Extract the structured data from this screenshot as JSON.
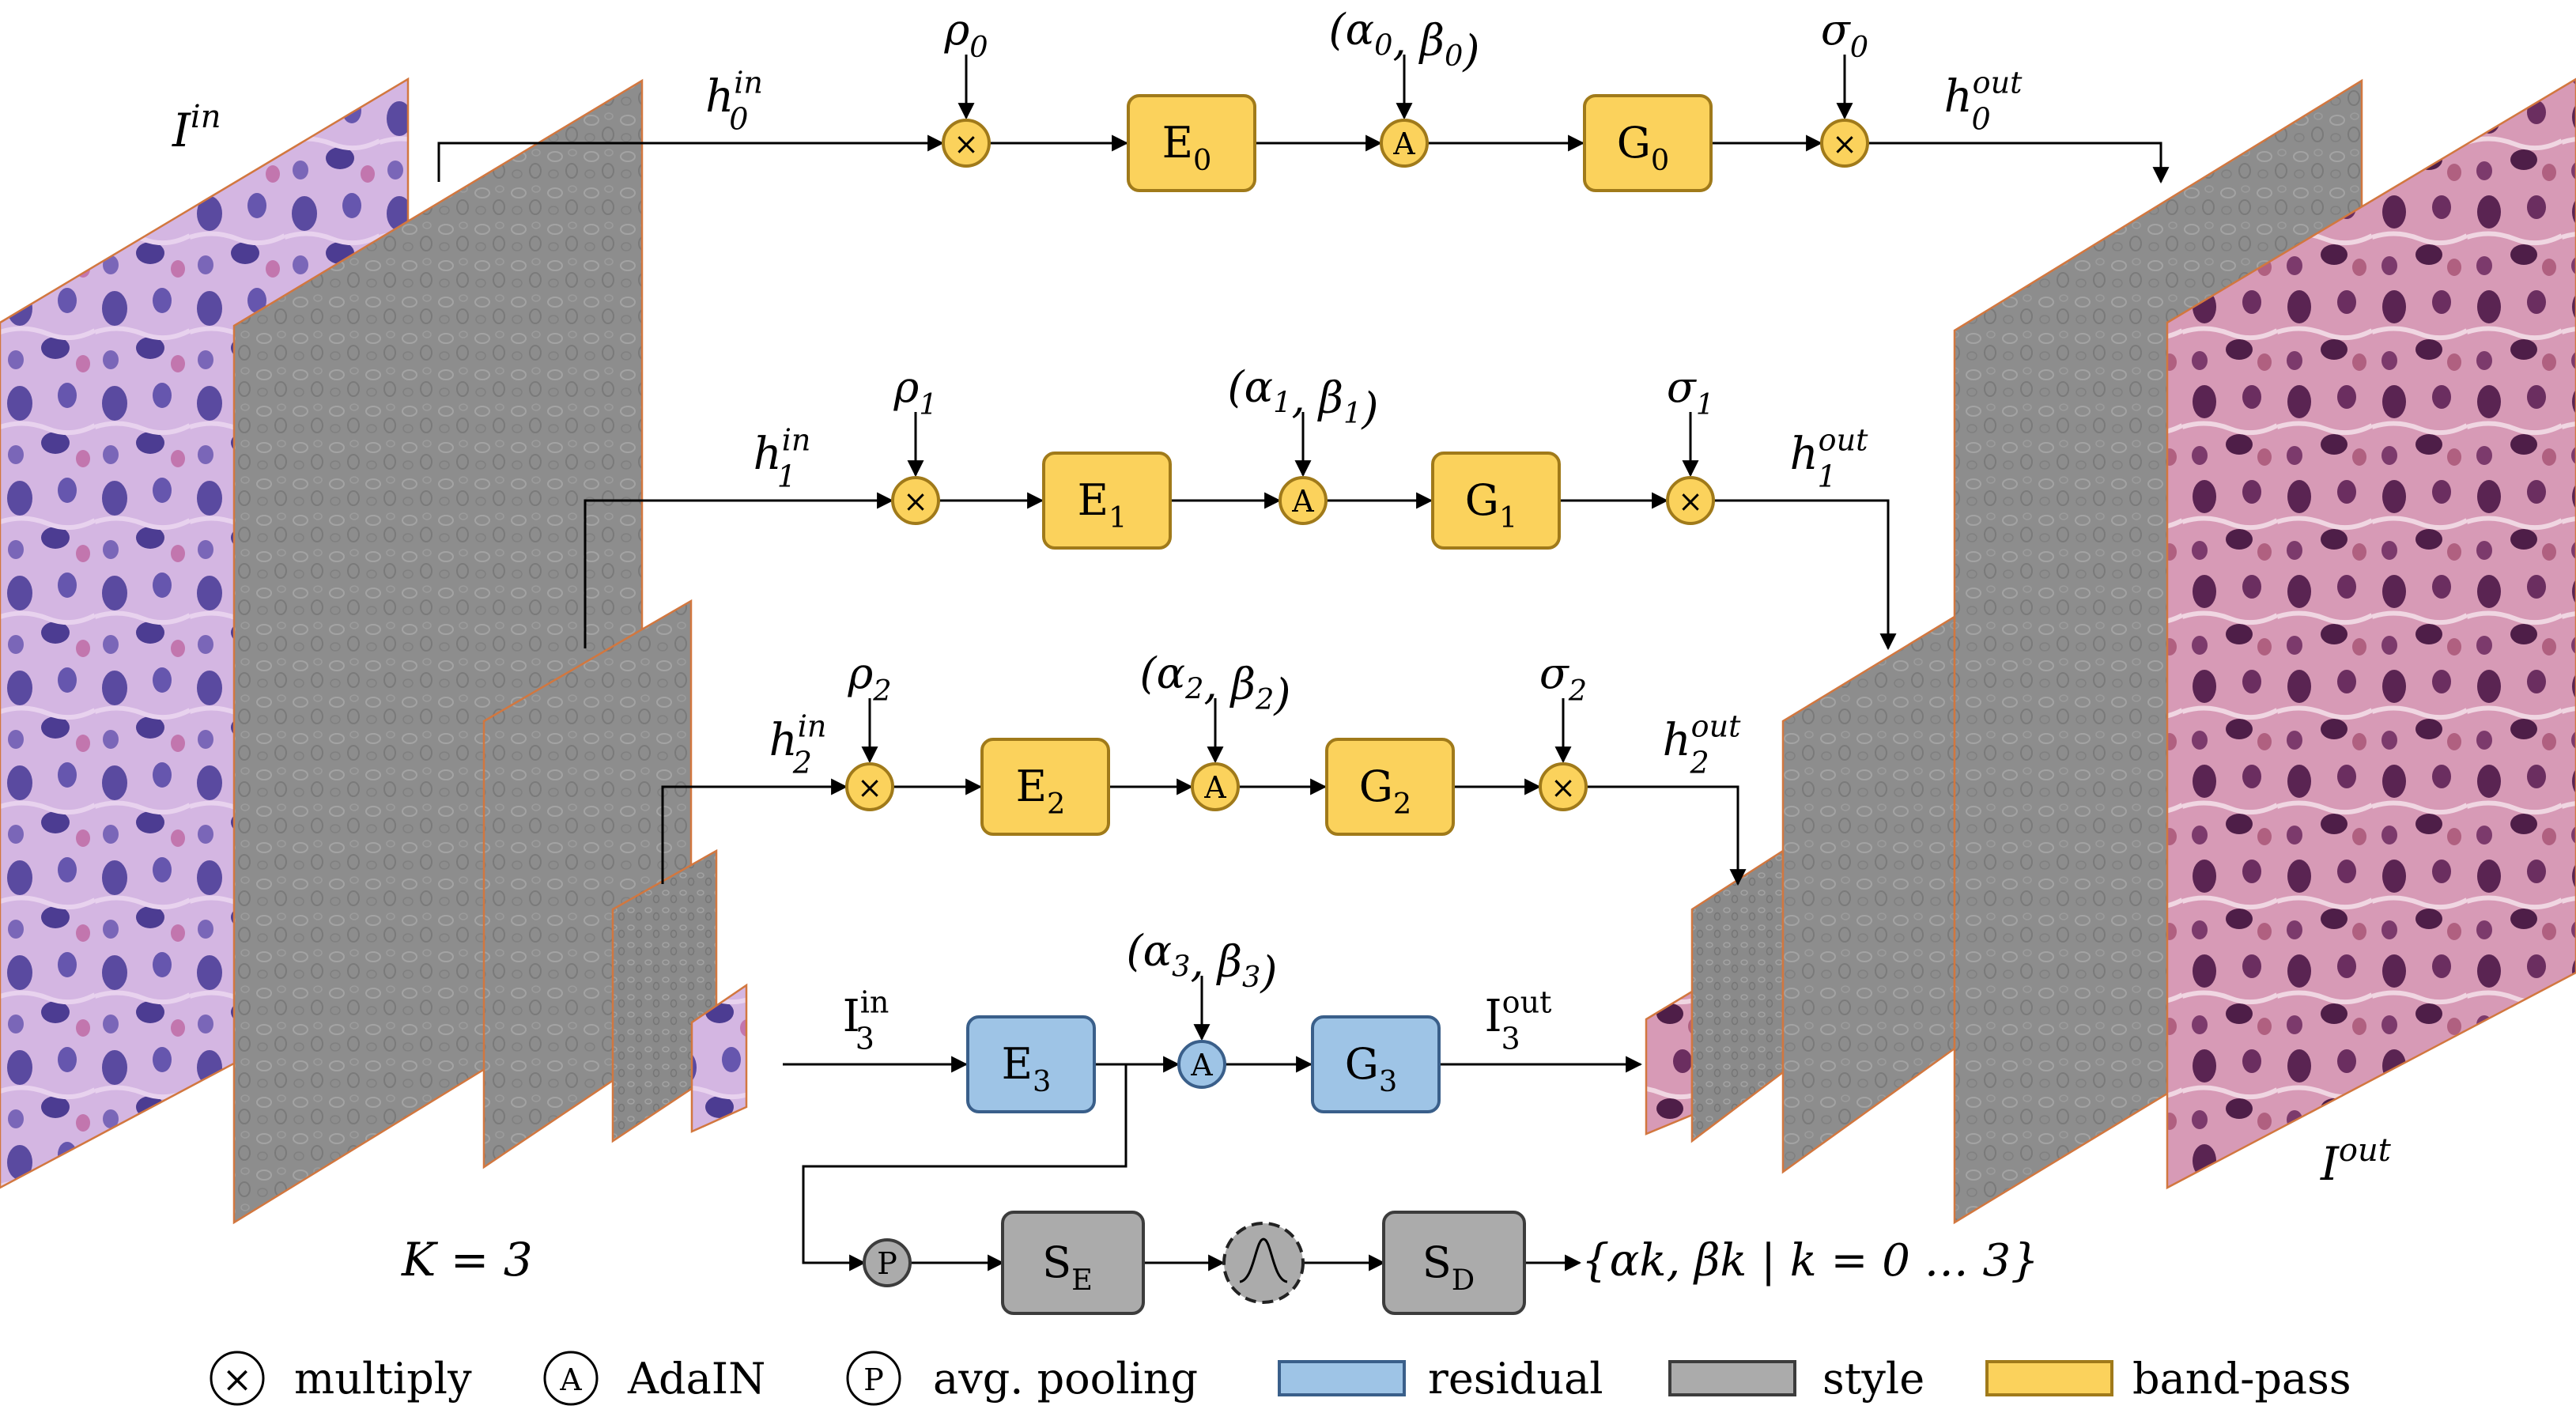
{
  "colors": {
    "band_pass": "#FBD25C",
    "band_pass_stroke": "#A07A1A",
    "residual": "#9EC4E6",
    "residual_stroke": "#3A5F8A",
    "style": "#ABABAB",
    "style_stroke": "#3C3C3C",
    "frame_edge": "#D2773F",
    "band_gray": "#8C8C8C",
    "tissue_purple": "#C49ED4",
    "tissue_pink": "#C98BA8",
    "nucleus_blue": "#4A3A8C",
    "nucleus_red": "#5C2350"
  },
  "labels": {
    "i_in": {
      "base": "I",
      "sup": "in"
    },
    "i_out": {
      "base": "I",
      "sup": "out"
    },
    "k_eq": "K = 3",
    "style_out": "{αk, βk | k = 0 … 3}"
  },
  "bands": [
    {
      "h_in": {
        "base": "h",
        "sub": "0",
        "sup": "in"
      },
      "h_out": {
        "base": "h",
        "sub": "0",
        "sup": "out"
      },
      "rho": {
        "base": "ρ",
        "sub": "0"
      },
      "ab": "(α0, β0)",
      "sigma": {
        "base": "σ",
        "sub": "0"
      },
      "E": {
        "base": "E",
        "sub": "0"
      },
      "G": {
        "base": "G",
        "sub": "0"
      }
    },
    {
      "h_in": {
        "base": "h",
        "sub": "1",
        "sup": "in"
      },
      "h_out": {
        "base": "h",
        "sub": "1",
        "sup": "out"
      },
      "rho": {
        "base": "ρ",
        "sub": "1"
      },
      "ab": "(α1, β1)",
      "sigma": {
        "base": "σ",
        "sub": "1"
      },
      "E": {
        "base": "E",
        "sub": "1"
      },
      "G": {
        "base": "G",
        "sub": "1"
      }
    },
    {
      "h_in": {
        "base": "h",
        "sub": "2",
        "sup": "in"
      },
      "h_out": {
        "base": "h",
        "sub": "2",
        "sup": "out"
      },
      "rho": {
        "base": "ρ",
        "sub": "2"
      },
      "ab": "(α2, β2)",
      "sigma": {
        "base": "σ",
        "sub": "2"
      },
      "E": {
        "base": "E",
        "sub": "2"
      },
      "G": {
        "base": "G",
        "sub": "2"
      }
    }
  ],
  "residual": {
    "i_in": {
      "base": "I",
      "sub": "3",
      "sup": "in"
    },
    "i_out": {
      "base": "I",
      "sub": "3",
      "sup": "out"
    },
    "ab": "(α3, β3)",
    "E": {
      "base": "E",
      "sub": "3"
    },
    "G": {
      "base": "G",
      "sub": "3"
    }
  },
  "style_net": {
    "pool": "P",
    "SE": {
      "base": "S",
      "sub": "E"
    },
    "SD": {
      "base": "S",
      "sub": "D"
    }
  },
  "ops": {
    "multiply": "×",
    "adain": "A",
    "pool": "P"
  },
  "legend": {
    "multiply": "multiply",
    "adain": "AdaIN",
    "pool": "avg. pooling",
    "residual": "residual",
    "style": "style",
    "band_pass": "band-pass"
  }
}
